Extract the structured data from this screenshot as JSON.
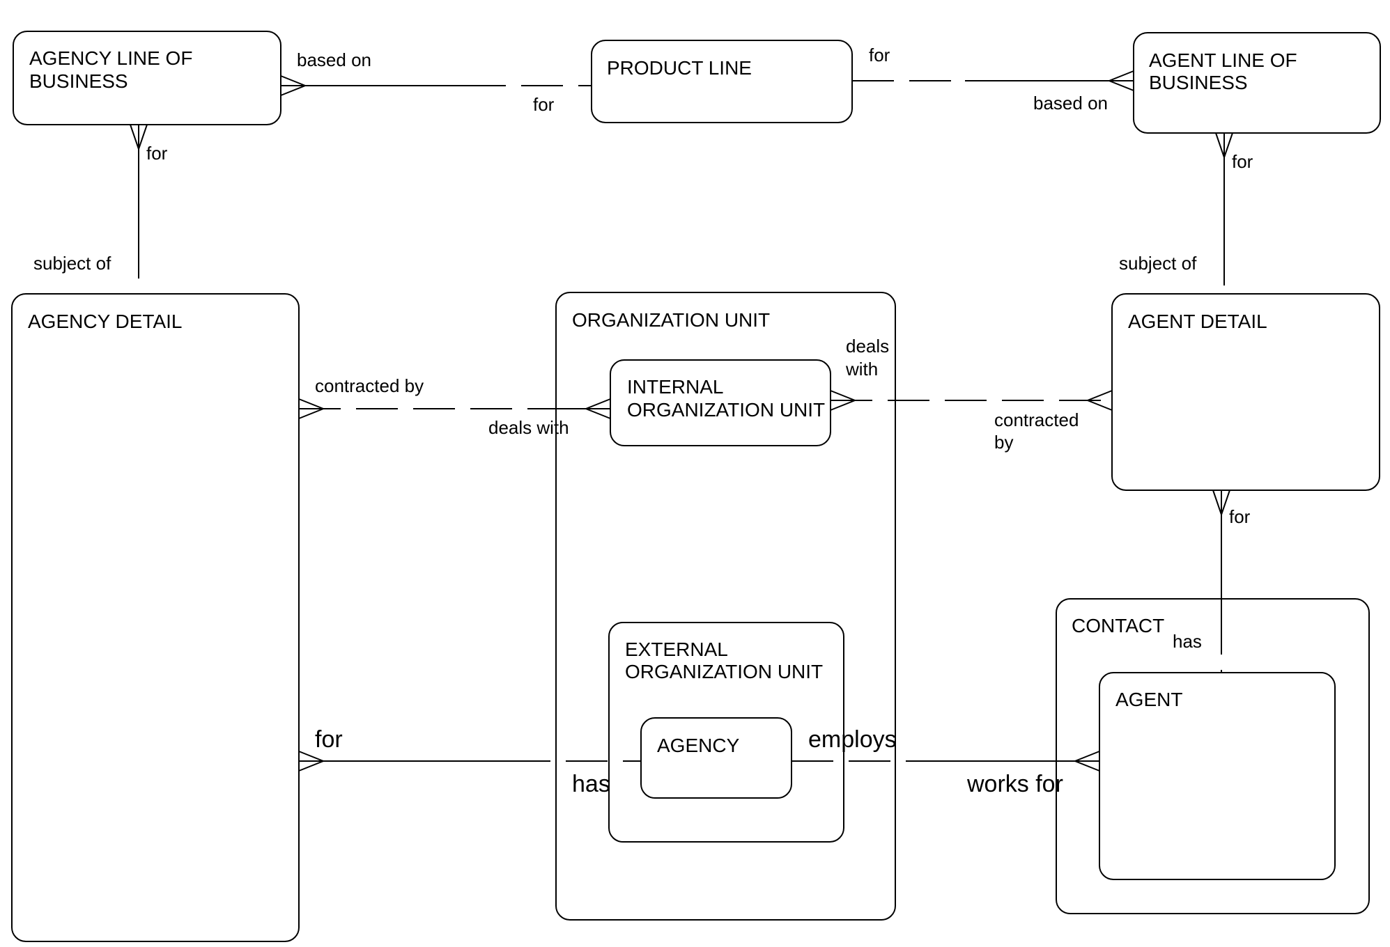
{
  "entities": {
    "agency_line_of_business": [
      "AGENCY LINE OF",
      "BUSINESS"
    ],
    "product_line": "PRODUCT LINE",
    "agent_line_of_business": [
      "AGENT LINE OF",
      "BUSINESS"
    ],
    "agency_detail": "AGENCY DETAIL",
    "organization_unit": "ORGANIZATION  UNIT",
    "internal_organization_unit": [
      "INTERNAL",
      "ORGANIZATION UNIT"
    ],
    "external_organization_unit": [
      "EXTERNAL",
      "ORGANIZATION UNIT"
    ],
    "agency": "AGENCY",
    "agent_detail": "AGENT DETAIL",
    "contact": "CONTACT",
    "agent": "AGENT"
  },
  "relationships": {
    "agency_lob_product": {
      "from_label": "based on",
      "to_label": "for"
    },
    "product_agent_lob": {
      "from_label": "for",
      "to_label": "based on"
    },
    "agency_lob_detail": {
      "from_label": "for",
      "to_label": "subject of"
    },
    "agent_lob_detail": {
      "from_label": "for",
      "to_label": "subject of"
    },
    "agency_detail_internal": {
      "from_label": "contracted by",
      "to_label": "deals with"
    },
    "internal_agent_detail": {
      "from_label": [
        "deals",
        "with"
      ],
      "to_label": [
        "contracted",
        "by"
      ]
    },
    "agent_detail_agent": {
      "from_label": "for",
      "to_label": "has"
    },
    "agency_detail_agency": {
      "from_label": "for",
      "to_label": "has"
    },
    "agency_agent": {
      "from_label": "employs",
      "to_label": "works for"
    }
  }
}
